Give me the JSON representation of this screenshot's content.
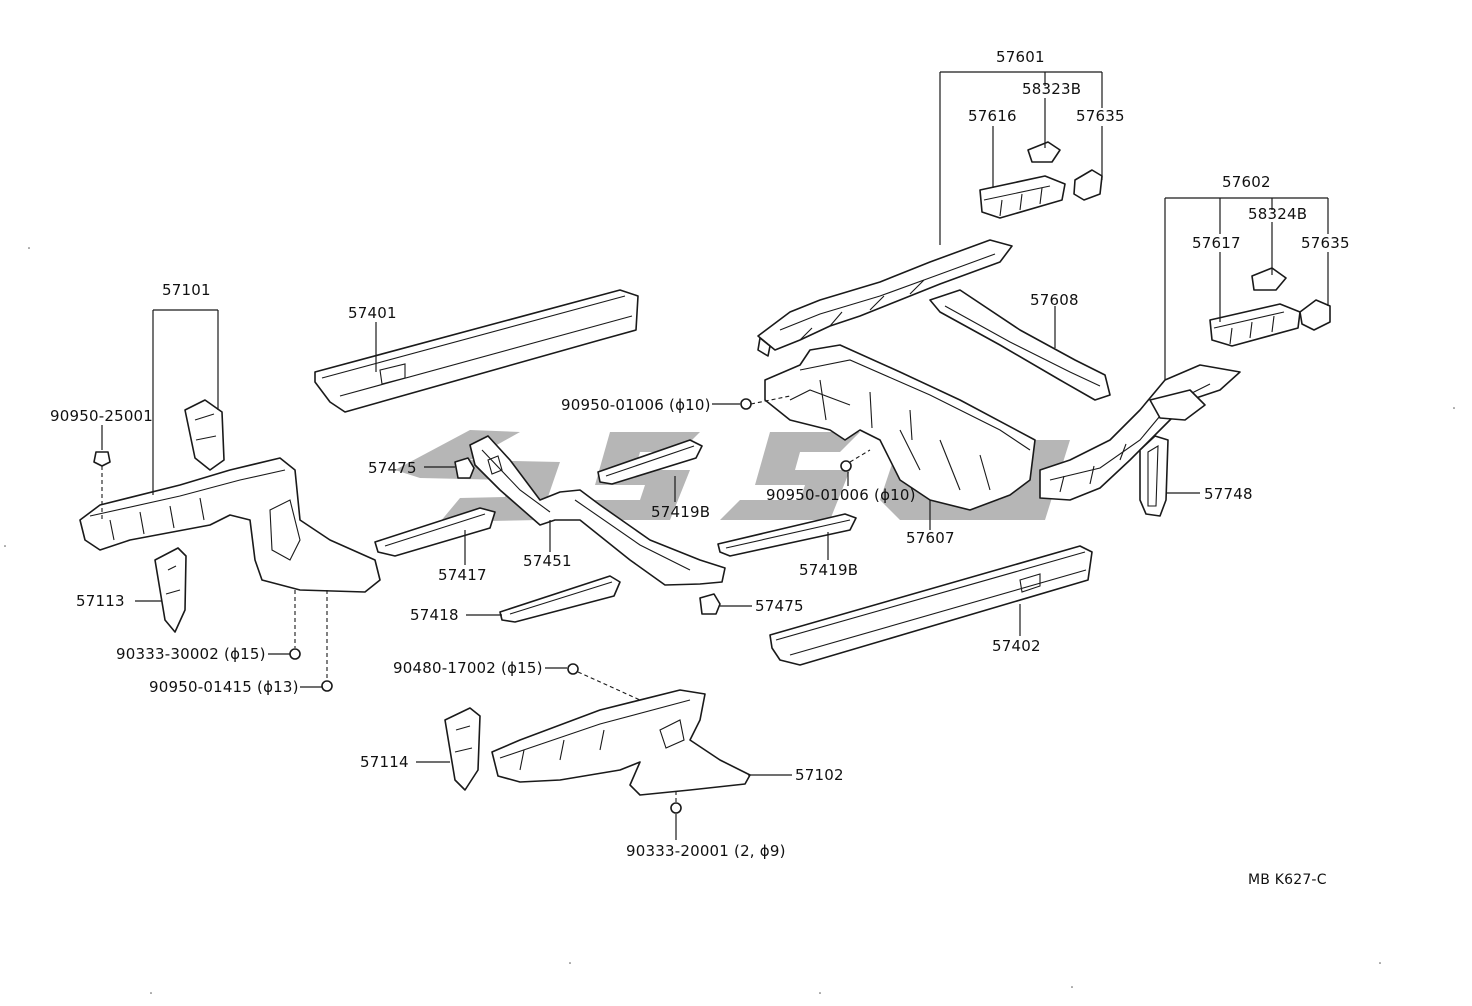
{
  "colors": {
    "line": "#1a1a1a",
    "watermark": "#7a7a7a",
    "background": "#ffffff"
  },
  "labels": {
    "p57601": "57601",
    "p58323b": "58323B",
    "p57616": "57616",
    "p57635a": "57635",
    "p57602": "57602",
    "p58324b": "58324B",
    "p57617": "57617",
    "p57635b": "57635",
    "p57608": "57608",
    "p57101": "57101",
    "p90950_25001": "90950-25001",
    "p57401": "57401",
    "p90950_01006a": "90950-01006 (ϕ10)",
    "p57475a": "57475",
    "p57419b_a": "57419B",
    "p90950_01006b": "90950-01006 (ϕ10)",
    "p57748": "57748",
    "p57607": "57607",
    "p57417": "57417",
    "p57451": "57451",
    "p57419b_b": "57419B",
    "p57113": "57113",
    "p57475b": "57475",
    "p57418": "57418",
    "p57402": "57402",
    "p90333_30002": "90333-30002 (ϕ15)",
    "p90480_17002": "90480-17002 (ϕ15)",
    "p90950_01415": "90950-01415 (ϕ13)",
    "p57114": "57114",
    "p57102": "57102",
    "p90333_20001": "90333-20001 (2, ϕ9)",
    "ref": "MB K627-C"
  }
}
